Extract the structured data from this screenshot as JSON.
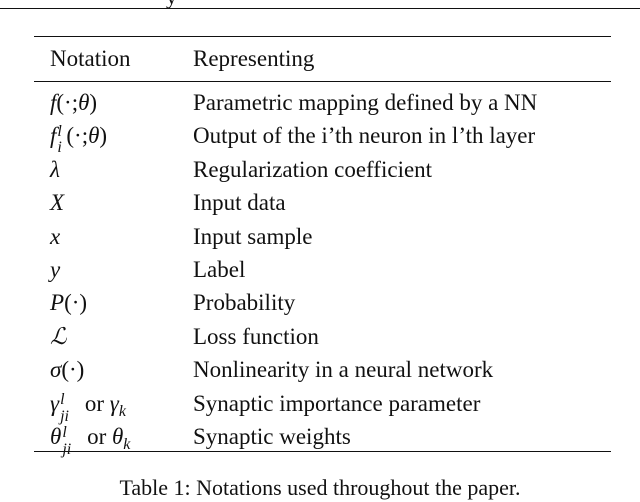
{
  "header_fragment": "y",
  "table": {
    "col_notation": "Notation",
    "col_representing": "Representing",
    "rows": [
      {
        "notation": "f(·;θ)",
        "representing": "Parametric mapping defined by a NN"
      },
      {
        "notation": "f_i^l(·;θ)",
        "representing": "Output of the i’th neuron in l’th layer"
      },
      {
        "notation": "λ",
        "representing": "Regularization coefficient"
      },
      {
        "notation": "X",
        "representing": "Input data"
      },
      {
        "notation": "x",
        "representing": "Input sample"
      },
      {
        "notation": "y",
        "representing": "Label"
      },
      {
        "notation": "P(·)",
        "representing": "Probability"
      },
      {
        "notation": "ℒ",
        "representing": "Loss function"
      },
      {
        "notation": "σ(·)",
        "representing": "Nonlinearity in a neural network"
      },
      {
        "notation": "γ_ji^l or γ_k",
        "representing": "Synaptic importance parameter"
      },
      {
        "notation": "θ_ji^l or θ_k",
        "representing": "Synaptic weights"
      }
    ]
  },
  "caption": "Table 1: Notations used throughout the paper."
}
